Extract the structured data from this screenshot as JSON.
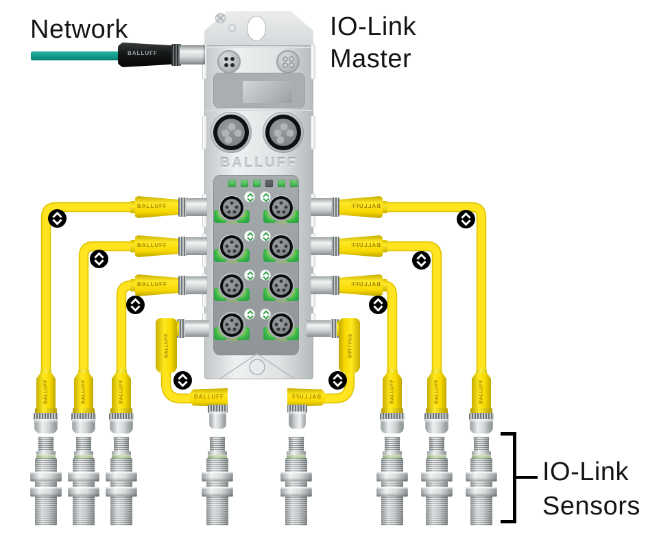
{
  "brand": {
    "name": "BALLUFF"
  },
  "labels": {
    "network": "Network",
    "master": {
      "line1": "IO-Link",
      "line2": "Master"
    },
    "sensors": {
      "line1": "IO-Link",
      "line2": "Sensors"
    }
  },
  "device": {
    "role": "IO-Link Master",
    "front_ports": 8,
    "status_leds": {
      "green": 5,
      "off": 1
    },
    "top_connectors": 2,
    "power_connectors": 2
  },
  "cables": {
    "network_cable_color": "#14A294",
    "io_link_cable_color": "#FFE41F",
    "io_link_cable_count": 8
  },
  "sensors": {
    "count": 8,
    "role": "IO-Link Sensors"
  },
  "icons": {
    "io_link_badge": "io-link-icon",
    "black_badge_count": 8,
    "port_badge_color": "#2F9E45"
  },
  "colors": {
    "teal": "#14A294",
    "yellow": "#FFE41F",
    "green_led": "#3AB54A",
    "device_gray": "#DCDFE0",
    "panel_gray": "#9AA0A2",
    "text": "#141414"
  }
}
